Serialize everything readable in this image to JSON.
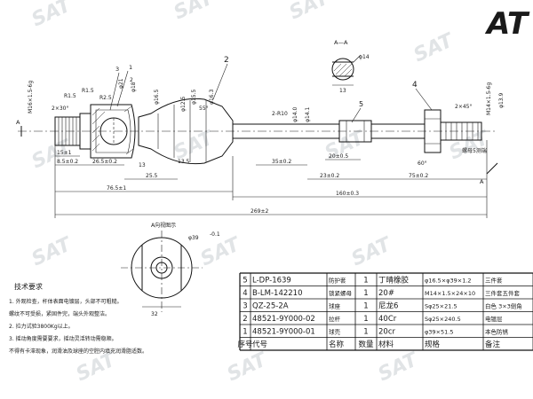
{
  "logo": {
    "text": "AT",
    "color": "#f15a22"
  },
  "watermark": "SAT",
  "section": {
    "title": "A—A",
    "dia": "φ14",
    "width": "13"
  },
  "callouts": [
    "1",
    "2",
    "3",
    "4",
    "5"
  ],
  "dims": {
    "m16": "M16×1.5-6g",
    "r1_5": "R1.5",
    "d2x30": "2×30°",
    "r1_5b": "R1.5",
    "r2_5": "R2.5",
    "d21": "φ21",
    "d2": "2",
    "d18": "φ18",
    "d16_5": "φ16.5",
    "d12_5": "φ12.5",
    "d15_5": "φ15.5",
    "deg55": "55°",
    "d16_3": "φ16.3",
    "r10": "2-R10",
    "d14_0": "φ14.0",
    "d14_1": "φ14.1",
    "dim15": "15±1",
    "dim8": "8.5±0.2",
    "dim26": "26.5±0.2",
    "dim13": "13",
    "dim13a": "13.5",
    "dim25": "25.5",
    "dim35": "35±0.2",
    "dim20": "20±0.5",
    "dim23": "23±0.2",
    "dim75": "75±0.2",
    "dim60": "60°",
    "dim76": "76.5±1",
    "dim160": "160±0.3",
    "dim269": "269±2",
    "m14": "M14×1.5-6g",
    "d13_9": "φ13.9",
    "chamfer": "2×45°",
    "knurl": "螺母5测端",
    "a_left": "A",
    "a_right": "A"
  },
  "aview": {
    "label": "A向视图示",
    "dia": "φ39",
    "width": "32",
    "tol": "-0.1"
  },
  "notes": {
    "title": "技术要求",
    "items": [
      "1. 外观检查，杆体表面电镀层，头部不可粗糙。",
      "   螺纹不可受损，紧固件完，端头外观整洁。",
      "2. 拉力试验3800Kg以上。",
      "3. 摇动角度需要要求，摇动灵活转动需稳顺。",
      "   不得有卡滞现象，润滑油及球座的空腔内填充润滑脂适数。"
    ]
  },
  "bom": {
    "header": [
      "序号",
      "代号",
      "名称",
      "数量",
      "材料",
      "规格",
      "备注"
    ],
    "rows": [
      [
        "5",
        "L-DP-1639",
        "防护套",
        "1",
        "丁晴橡胶",
        "φ16.5×φ39×1.2",
        "三件套"
      ],
      [
        "4",
        "B-LM-142210",
        "锁紧螺母",
        "1",
        "20#",
        "M14×1.5×24×10",
        "三件套五件套"
      ],
      [
        "3",
        "QZ-25-2A",
        "球座",
        "1",
        "尼龙6",
        "Sφ25×21.5",
        "白色 3×3倒角"
      ],
      [
        "2",
        "48521-9Y000-02",
        "拉杆",
        "1",
        "40Cr",
        "Sφ25×240.5",
        "电镀层"
      ],
      [
        "1",
        "48521-9Y000-01",
        "球壳",
        "1",
        "20cr",
        "φ39×51.5",
        "本色防锈"
      ]
    ]
  }
}
